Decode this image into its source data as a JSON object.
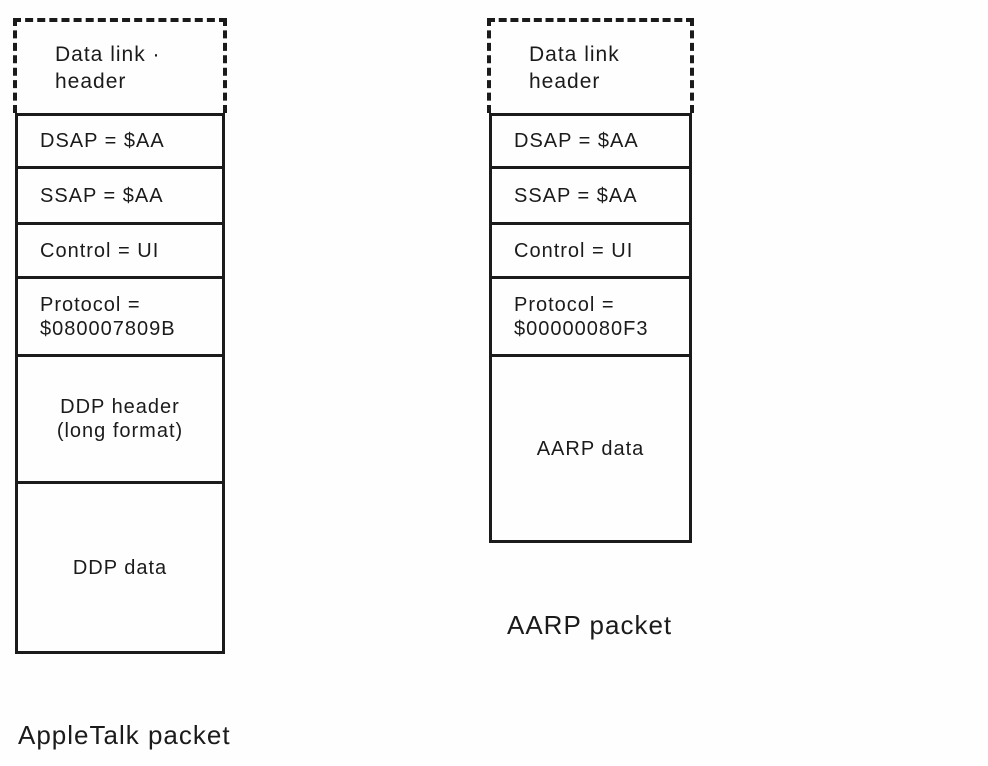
{
  "figure": {
    "ink_color": "#1b1b1b",
    "background_color": "#fefefe"
  },
  "appletalk": {
    "data_link_header": "Data link ·\nheader",
    "rows": [
      "DSAP = $AA",
      "SSAP = $AA",
      "Control = UI",
      "Protocol =\n$080007809B",
      "DDP header\n(long format)",
      "DDP data"
    ],
    "caption": "AppleTalk packet"
  },
  "aarp": {
    "data_link_header": "Data link\nheader",
    "rows": [
      "DSAP = $AA",
      "SSAP = $AA",
      "Control = UI",
      "Protocol =\n$00000080F3",
      "AARP data"
    ],
    "caption": "AARP packet"
  }
}
